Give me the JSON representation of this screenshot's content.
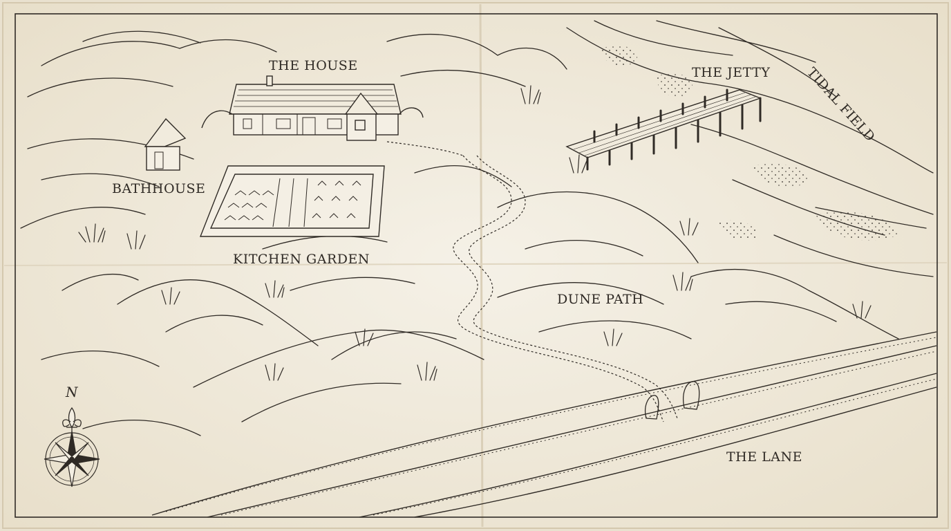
{
  "map": {
    "colors": {
      "paper": "#f3eee2",
      "paper_edge": "#e6dcc6",
      "ink": "#2f2a25",
      "fold": "#d9cfb9"
    },
    "labels": {
      "house": "THE HOUSE",
      "bathhouse": "BATHHOUSE",
      "kitchen_garden": "KITCHEN GARDEN",
      "jetty": "THE JETTY",
      "tidal_field": "TIDAL FIELD",
      "dune_path": "DUNE PATH",
      "lane": "THE LANE"
    },
    "compass": {
      "north_letter": "N",
      "icon": "compass-rose-icon",
      "ornament_icon": "fleur-de-lis-icon"
    }
  }
}
